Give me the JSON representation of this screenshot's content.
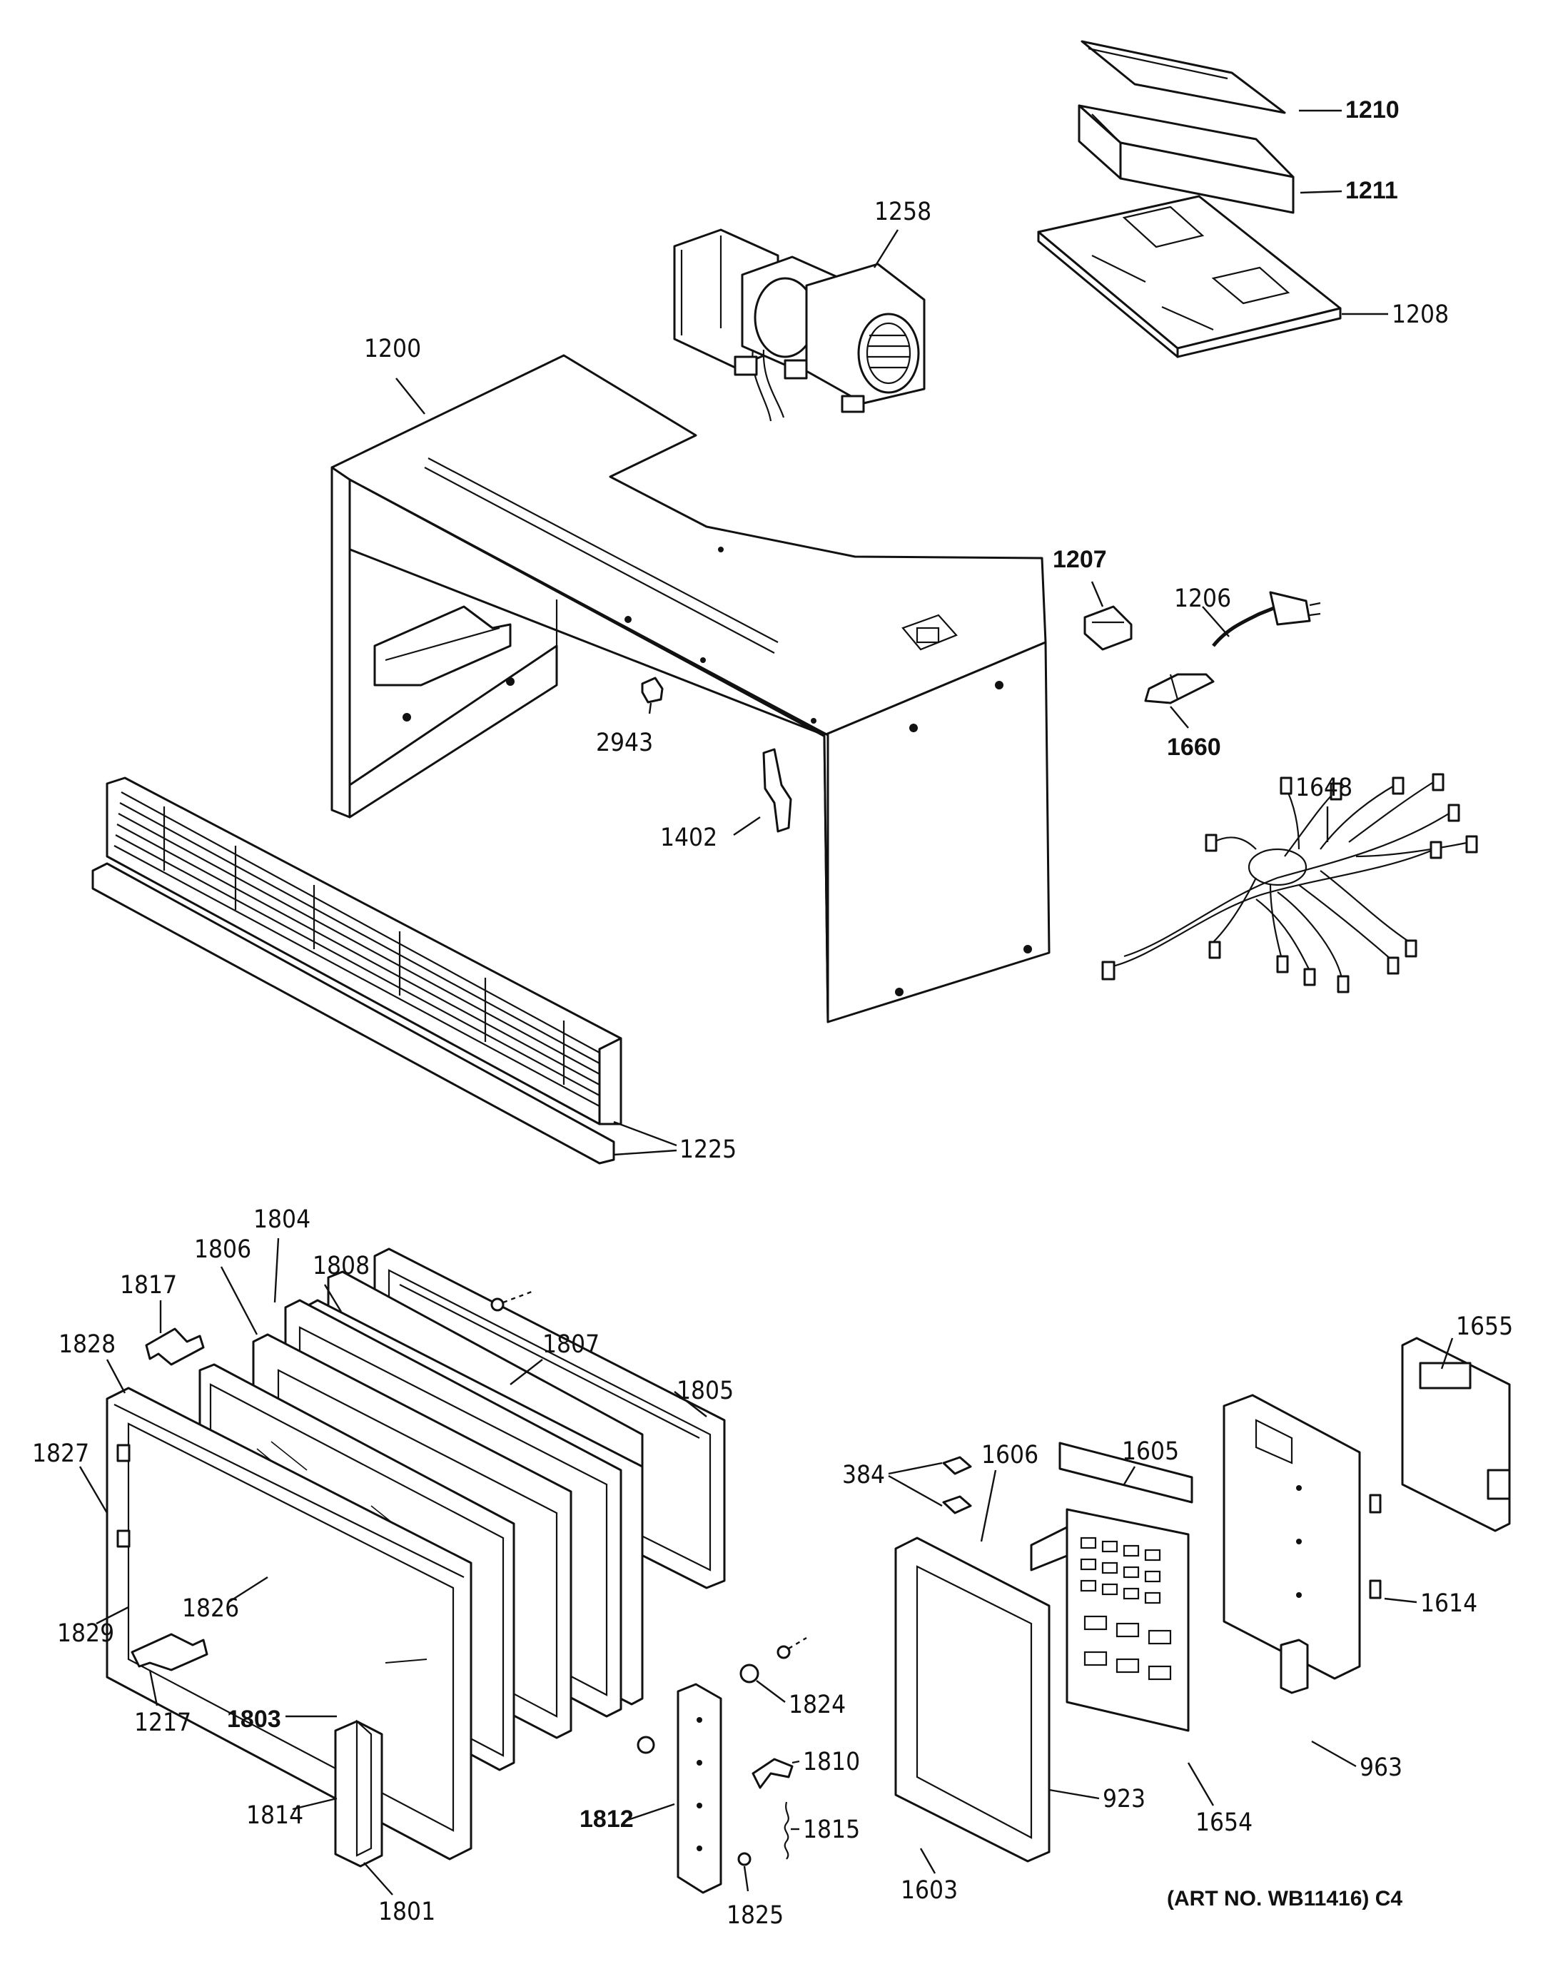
{
  "callouts": {
    "c1210": "1210",
    "c1211": "1211",
    "c1258": "1258",
    "c1208": "1208",
    "c1200": "1200",
    "c1207": "1207",
    "c1206": "1206",
    "c1660": "1660",
    "c2943": "2943",
    "c1402": "1402",
    "c1648": "1648",
    "c1225": "1225",
    "c1804": "1804",
    "c1806": "1806",
    "c1808": "1808",
    "c1817": "1817",
    "c1828": "1828",
    "c1807": "1807",
    "c1805": "1805",
    "c1827": "1827",
    "c1826": "1826",
    "c1829": "1829",
    "c1803": "1803",
    "c1217": "1217",
    "c1814": "1814",
    "c1801": "1801",
    "c1812": "1812",
    "c1825": "1825",
    "c1824": "1824",
    "c1810": "1810",
    "c1815": "1815",
    "c384": "384",
    "c1606": "1606",
    "c1605": "1605",
    "c1655": "1655",
    "c1614": "1614",
    "c1603": "1603",
    "c923": "923",
    "c1654": "1654",
    "c963": "963"
  },
  "art_number": "(ART NO. WB11416) C4"
}
